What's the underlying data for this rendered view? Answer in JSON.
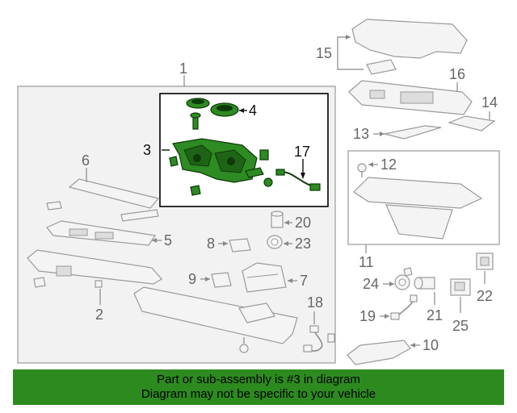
{
  "callouts": {
    "c1": "1",
    "c2": "2",
    "c3": "3",
    "c4": "4",
    "c5": "5",
    "c6": "6",
    "c7": "7",
    "c8": "8",
    "c9": "9",
    "c10": "10",
    "c11": "11",
    "c12": "12",
    "c13": "13",
    "c14": "14",
    "c15": "15",
    "c16": "16",
    "c17": "17",
    "c18": "18",
    "c19": "19",
    "c20": "20",
    "c21": "21",
    "c22": "22",
    "c23": "23",
    "c24": "24",
    "c25": "25"
  },
  "highlight_color": "#2e8a22",
  "banner": {
    "line1": "Part or sub-assembly is #3 in diagram",
    "line2": "Diagram may not be specific to your vehicle",
    "color": "#2d8a1f"
  }
}
